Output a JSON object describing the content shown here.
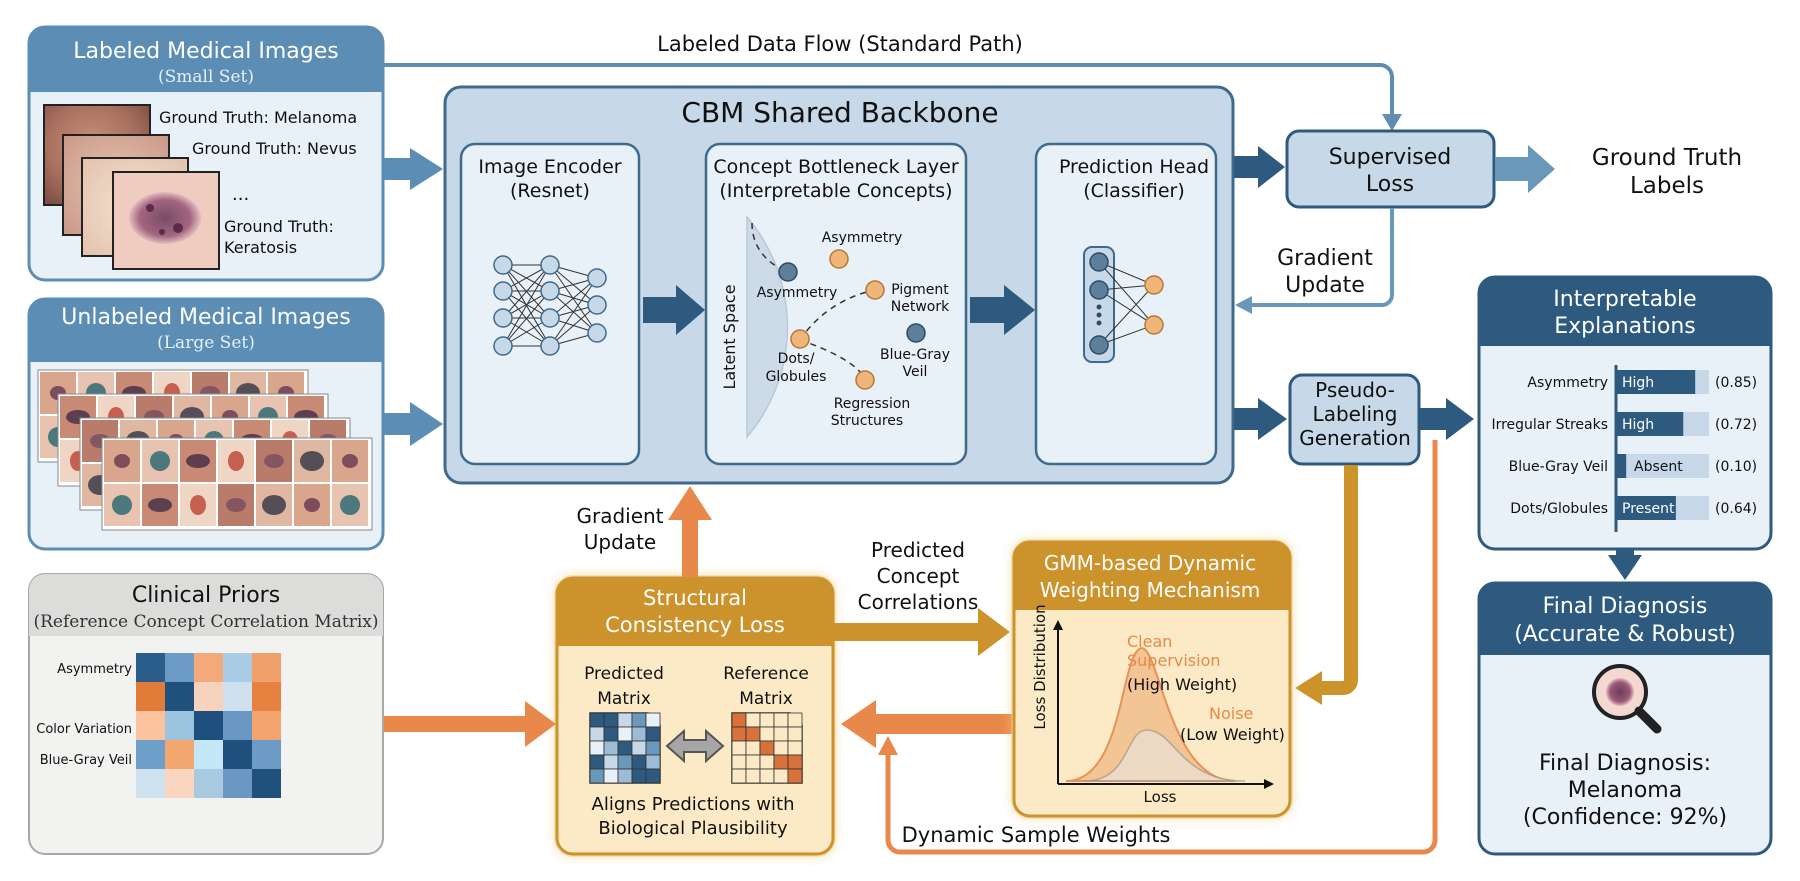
{
  "labeled_images": {
    "title": "Labeled Medical Images",
    "subtitle": "(Small Set)",
    "gt_melanoma": "Ground Truth: Melanoma",
    "gt_nevus": "Ground Truth: Nevus",
    "ellipsis": "...",
    "gt_keratosis_line1": "Ground Truth:",
    "gt_keratosis_line2": "Keratosis"
  },
  "unlabeled_images": {
    "title": "Unlabeled Medical Images",
    "subtitle": "(Large Set)"
  },
  "clinical_priors": {
    "title": "Clinical Priors",
    "subtitle": "(Reference Concept Correlation Matrix)",
    "row_labels": [
      "Asymmetry",
      "Color Variation",
      "Blue-Gray Veil"
    ],
    "matrix": [
      [
        "#2a5d89",
        "#6c9cc6",
        "#f3a979",
        "#a9cbe3",
        "#f0a06a"
      ],
      [
        "#e07b39",
        "#20507c",
        "#f7d3bd",
        "#cfe0ef",
        "#e6813f"
      ],
      [
        "#f8c39d",
        "#9cc3e0",
        "#1f4f7d",
        "#6a98c3",
        "#f2a56f"
      ],
      [
        "#6e9fc8",
        "#f2a76f",
        "#c5e8f8",
        "#1f4f7d",
        "#6c9cc6"
      ],
      [
        "#cfe2f0",
        "#f8d6c0",
        "#a9c9e1",
        "#6a98c3",
        "#20507c"
      ]
    ]
  },
  "backbone": {
    "title": "CBM Shared Backbone",
    "encoder_line1": "Image Encoder",
    "encoder_line2": "(Resnet)",
    "concept_line1": "Concept Bottleneck Layer",
    "concept_line2": "(Interpretable Concepts)",
    "latent_space": "Latent Space",
    "concepts": {
      "asymmetry_top": "Asymmetry",
      "asymmetry": "Asymmetry",
      "pigment_line1": "Pigment",
      "pigment_line2": "Network",
      "bluegray_line1": "Blue-Gray",
      "bluegray_line2": "Veil",
      "dots_line1": "Dots/",
      "dots_line2": "Globules",
      "regression_line1": "Regression",
      "regression_line2": "Structures"
    },
    "head_line1": "Prediction Head",
    "head_line2": "(Classifier)"
  },
  "flow": {
    "labeled_data_flow": "Labeled Data Flow (Standard Path)",
    "gradient_update_top_line1": "Gradient",
    "gradient_update_top_line2": "Update",
    "gradient_update_bottom_line1": "Gradient",
    "gradient_update_bottom_line2": "Update",
    "predicted_corr_line1": "Predicted",
    "predicted_corr_line2": "Concept",
    "predicted_corr_line3": "Correlations",
    "dynamic_weights": "Dynamic Sample Weights"
  },
  "supervised_loss": {
    "line1": "Supervised",
    "line2": "Loss"
  },
  "ground_truth_labels": {
    "line1": "Ground Truth",
    "line2": "Labels"
  },
  "pseudo_labeling": {
    "line1": "Pseudo-",
    "line2": "Labeling",
    "line3": "Generation"
  },
  "structural_loss": {
    "title_line1": "Structural",
    "title_line2": "Consistency Loss",
    "pred_line1": "Predicted",
    "pred_line2": "Matrix",
    "ref_line1": "Reference",
    "ref_line2": "Matrix",
    "caption_line1": "Aligns Predictions with",
    "caption_line2": "Biological Plausibility"
  },
  "gmm": {
    "title_line1": "GMM-based Dynamic",
    "title_line2": "Weighting Mechanism",
    "clean_line1": "Clean",
    "clean_line2": "Supervision",
    "clean_weight": "(High Weight)",
    "noise_line1": "Noise",
    "noise_weight": "(Low Weight)",
    "y_axis": "Loss Distribution",
    "x_axis": "Loss"
  },
  "explanations": {
    "title_line1": "Interpretable",
    "title_line2": "Explanations",
    "items": [
      {
        "label": "Asymmetry",
        "level": "High",
        "score": "(0.85)",
        "value": 0.85
      },
      {
        "label": "Irregular Streaks",
        "level": "High",
        "score": "(0.72)",
        "value": 0.72
      },
      {
        "label": "Blue-Gray Veil",
        "level": "Absent",
        "score": "(0.10)",
        "value": 0.1
      },
      {
        "label": "Dots/Globules",
        "level": "Present",
        "score": "(0.64)",
        "value": 0.64
      }
    ]
  },
  "final_diagnosis": {
    "title_line1": "Final Diagnosis",
    "title_line2": "(Accurate & Robust)",
    "result_line1": "Final Diagnosis:",
    "result_line2": "Melanoma",
    "result_line3": "(Confidence: 92%)"
  },
  "colors": {
    "blue_dark": "#2d5a7e",
    "blue_header": "#5b8db5",
    "blue_light": "#c7d9e8",
    "orange": "#e8894b",
    "gold": "#cc922c",
    "gold_light": "#fbeac5"
  }
}
